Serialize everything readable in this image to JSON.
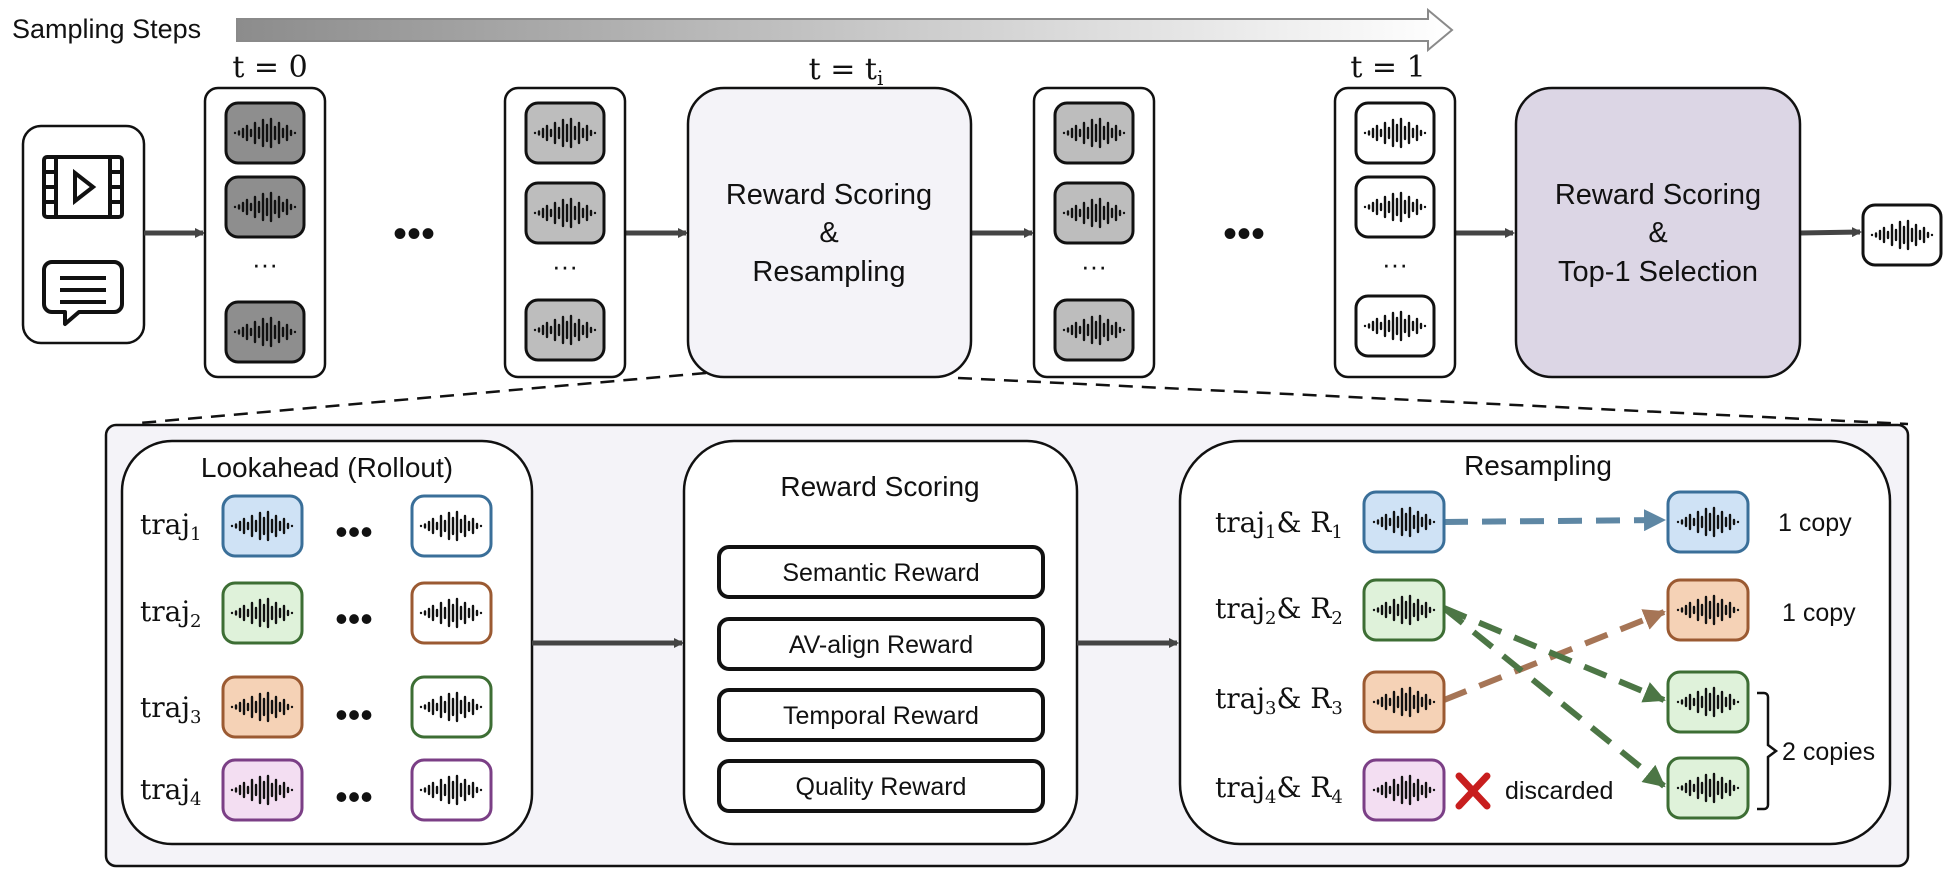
{
  "diagram": {
    "sampling_steps_label": "Sampling Steps",
    "time_labels": {
      "t0": "t = 0",
      "ti_main": "t = t",
      "ti_sub": "i",
      "t1": "t = 1"
    },
    "ellipsis_bullets": "•••",
    "ellipsis_dots": "···",
    "reward_resampling_box": [
      "Reward Scoring",
      "&",
      "Resampling"
    ],
    "reward_top1_box": [
      "Reward Scoring",
      "&",
      "Top-1 Selection"
    ],
    "lookahead": {
      "title": "Lookahead (Rollout)",
      "rows": [
        {
          "main": "traj",
          "sub": "1"
        },
        {
          "main": "traj",
          "sub": "2"
        },
        {
          "main": "traj",
          "sub": "3"
        },
        {
          "main": "traj",
          "sub": "4"
        }
      ]
    },
    "reward_scoring": {
      "title": "Reward Scoring",
      "items": [
        "Semantic Reward",
        "AV-align Reward",
        "Temporal Reward",
        "Quality Reward"
      ]
    },
    "resampling": {
      "title": "Resampling",
      "rows": [
        {
          "main": "traj",
          "sub": "1",
          "amp": "& R",
          "rsub": "1"
        },
        {
          "main": "traj",
          "sub": "2",
          "amp": "& R",
          "rsub": "2"
        },
        {
          "main": "traj",
          "sub": "3",
          "amp": "& R",
          "rsub": "3"
        },
        {
          "main": "traj",
          "sub": "4",
          "amp": "& R",
          "rsub": "4"
        }
      ],
      "copy_labels": [
        "1 copy",
        "1 copy",
        "2 copies"
      ],
      "discarded_label": "discarded"
    },
    "colors": {
      "blue_fill": "#cfe2f5",
      "blue_stroke": "#3a6f99",
      "green_fill": "#dff2da",
      "green_stroke": "#3d6e34",
      "orange_fill": "#f5d2b6",
      "orange_stroke": "#9b5a32",
      "purple_fill": "#f3def2",
      "purple_stroke": "#7b3f86",
      "gray_dark": "#8e8e8e",
      "gray_light": "#bdbdbd",
      "reward_box_fill": "#f4f3f8",
      "top1_box_fill": "#dcd6e5",
      "arrow_blue": "#5e87a4",
      "arrow_green": "#4c7645",
      "arrow_brown": "#a67556",
      "discard_red": "#c81e1e"
    }
  }
}
